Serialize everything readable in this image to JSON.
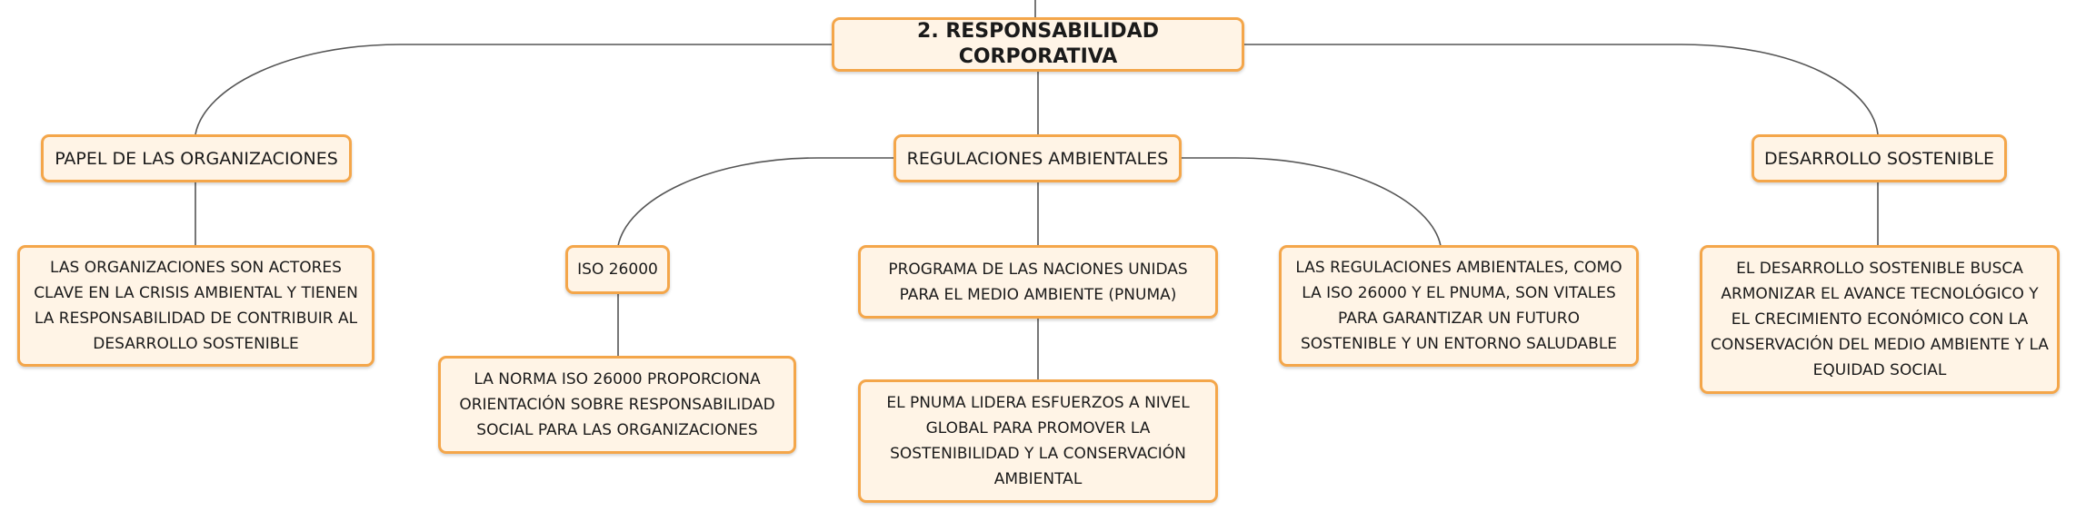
{
  "root": {
    "label": "2. RESPONSABILIDAD CORPORATIVA"
  },
  "topics": [
    {
      "label": "PAPEL DE LAS ORGANIZACIONES"
    },
    {
      "label": "REGULACIONES AMBIENTALES"
    },
    {
      "label": "DESARROLLO SOSTENIBLE"
    }
  ],
  "details": {
    "organizaciones": "LAS ORGANIZACIONES SON ACTORES CLAVE EN LA CRISIS AMBIENTAL Y TIENEN LA RESPONSABILIDAD DE CONTRIBUIR AL DESARROLLO SOSTENIBLE",
    "iso": "ISO 26000",
    "iso_desc": "LA NORMA ISO 26000 PROPORCIONA ORIENTACIÓN SOBRE RESPONSABILIDAD SOCIAL PARA LAS ORGANIZACIONES",
    "pnuma": "PROGRAMA DE LAS NACIONES UNIDAS PARA EL MEDIO AMBIENTE (PNUMA)",
    "pnuma_desc": "EL PNUMA LIDERA ESFUERZOS A NIVEL GLOBAL PARA PROMOVER LA SOSTENIBILIDAD Y LA CONSERVACIÓN AMBIENTAL",
    "regulaciones_desc": "LAS REGULACIONES AMBIENTALES, COMO LA ISO 26000 Y EL PNUMA, SON VITALES PARA GARANTIZAR UN FUTURO SOSTENIBLE Y UN ENTORNO SALUDABLE",
    "sostenible_desc": "EL DESARROLLO SOSTENIBLE BUSCA ARMONIZAR EL AVANCE TECNOLÓGICO Y EL CRECIMIENTO ECONÓMICO CON LA CONSERVACIÓN DEL MEDIO AMBIENTE Y LA EQUIDAD SOCIAL"
  },
  "colors": {
    "node_fill": "#fff4e6",
    "node_border": "#f4a64a",
    "line": "#555555"
  }
}
